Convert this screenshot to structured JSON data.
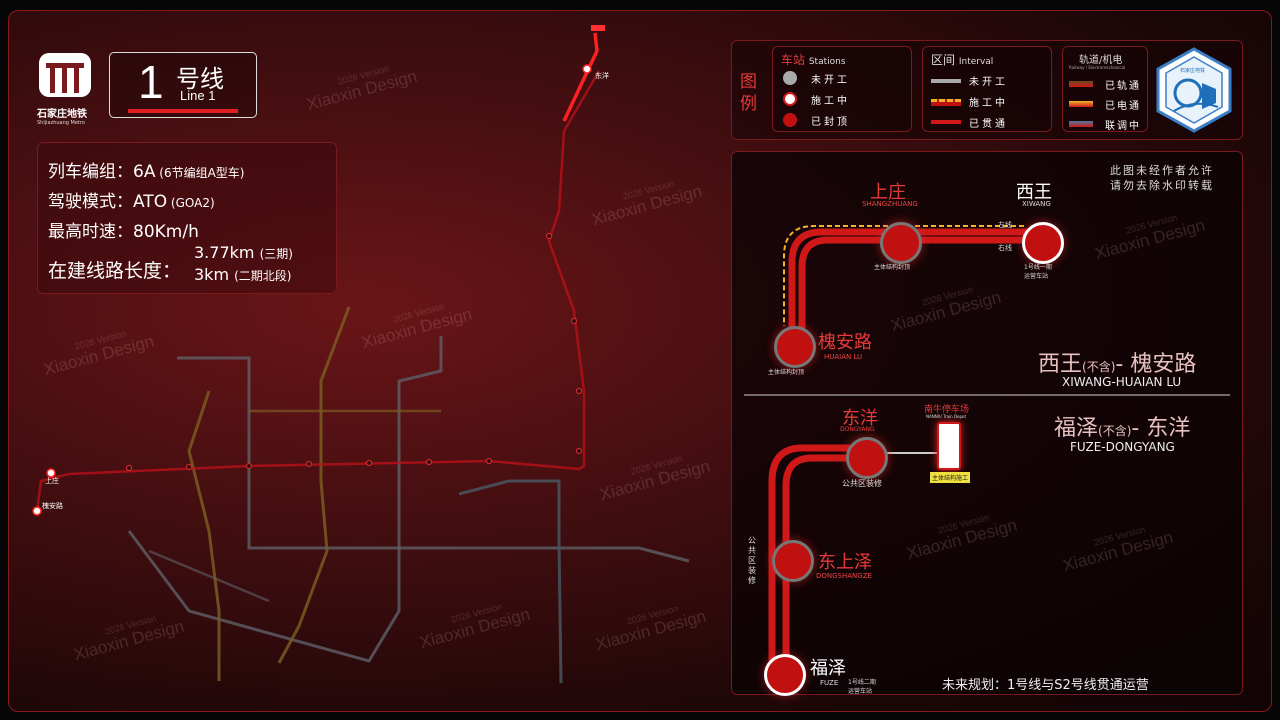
{
  "brand": {
    "logo_cn": "石家庄地铁",
    "logo_en": "Shijiazhuang Metro",
    "line_number": "1",
    "line_cn": "号线",
    "line_en": "Line 1"
  },
  "info": {
    "formation_label": "列车编组：",
    "formation_value": "6A",
    "formation_note": "(6节编组A型车)",
    "drive_label": "驾驶模式：",
    "drive_value": "ATO",
    "drive_note": "(GOA2)",
    "speed_label": "最高时速：",
    "speed_value": "80Km/h",
    "length_label": "在建线路长度：",
    "length_1": "3.77km",
    "length_1_note": "(三期)",
    "length_2": "3km",
    "length_2_note": "(二期北段)"
  },
  "legend": {
    "title": "图例",
    "stations_title_cn": "车站",
    "stations_title_en": "Stations",
    "station_items": [
      "未开工",
      "施工中",
      "已封顶"
    ],
    "interval_title_cn": "区间",
    "interval_title_en": "Interval",
    "interval_items": [
      "未开工",
      "施工中",
      "已贯通"
    ],
    "rail_title_cn": "轨道/机电",
    "rail_title_en": "Railway / Electromechanical",
    "rail_items": [
      "已轨通",
      "已电通",
      "联调中"
    ],
    "badge_text": "石家庄地铁"
  },
  "map_labels": {
    "dongyang_small": "东洋",
    "shangzhuang_small": "上庄",
    "huaianlu_small": "槐安路",
    "terminus_top": "■■■■"
  },
  "watermark": {
    "name": "Xiaoxin Design",
    "version": "2026 Version"
  },
  "detail": {
    "copyright_line1": "此图未经作者允许",
    "copyright_line2": "请勿去除水印转载",
    "top_section": {
      "stations": [
        {
          "cn": "上庄",
          "en": "SHANGZHUANG",
          "note": "主体结构封顶"
        },
        {
          "cn": "西王",
          "en": "XIWANG",
          "note": "1号线一期\n运营车站"
        },
        {
          "cn": "槐安路",
          "en": "HUAIAN LU",
          "note": "主体结构封顶"
        }
      ],
      "left_track": "左线",
      "right_track": "右线",
      "title_cn_a": "西王",
      "title_excl": "(不含)",
      "title_cn_b": "- 槐安路",
      "title_en": "XIWANG-HUAIAN LU"
    },
    "bottom_section": {
      "stations": [
        {
          "cn": "东洋",
          "en": "DONGYANG",
          "note": "公共区装修"
        },
        {
          "cn": "东上泽",
          "en": "DONGSHANGZE",
          "note": "公共区装修"
        },
        {
          "cn": "福泽",
          "en": "FUZE",
          "note": "1号线二期\n运营车站"
        }
      ],
      "depot_cn": "南牛停车场",
      "depot_en": "NANNIU Train Depot",
      "depot_note": "主体结构施工",
      "title_cn_a": "福泽",
      "title_excl": "(不含)",
      "title_cn_b": "- 东洋",
      "title_en": "FUZE-DONGYANG",
      "future_plan": "未来规划：1号线与S2号线贯通运营"
    }
  },
  "colors": {
    "accent_red": "#e02020",
    "panel_border": "#7a1a1e",
    "dashed_yellow": "#f0b429",
    "line2_orange": "#8a6a2a",
    "line3_grey": "#6b6f78",
    "line4_teal": "#4a5a62"
  }
}
